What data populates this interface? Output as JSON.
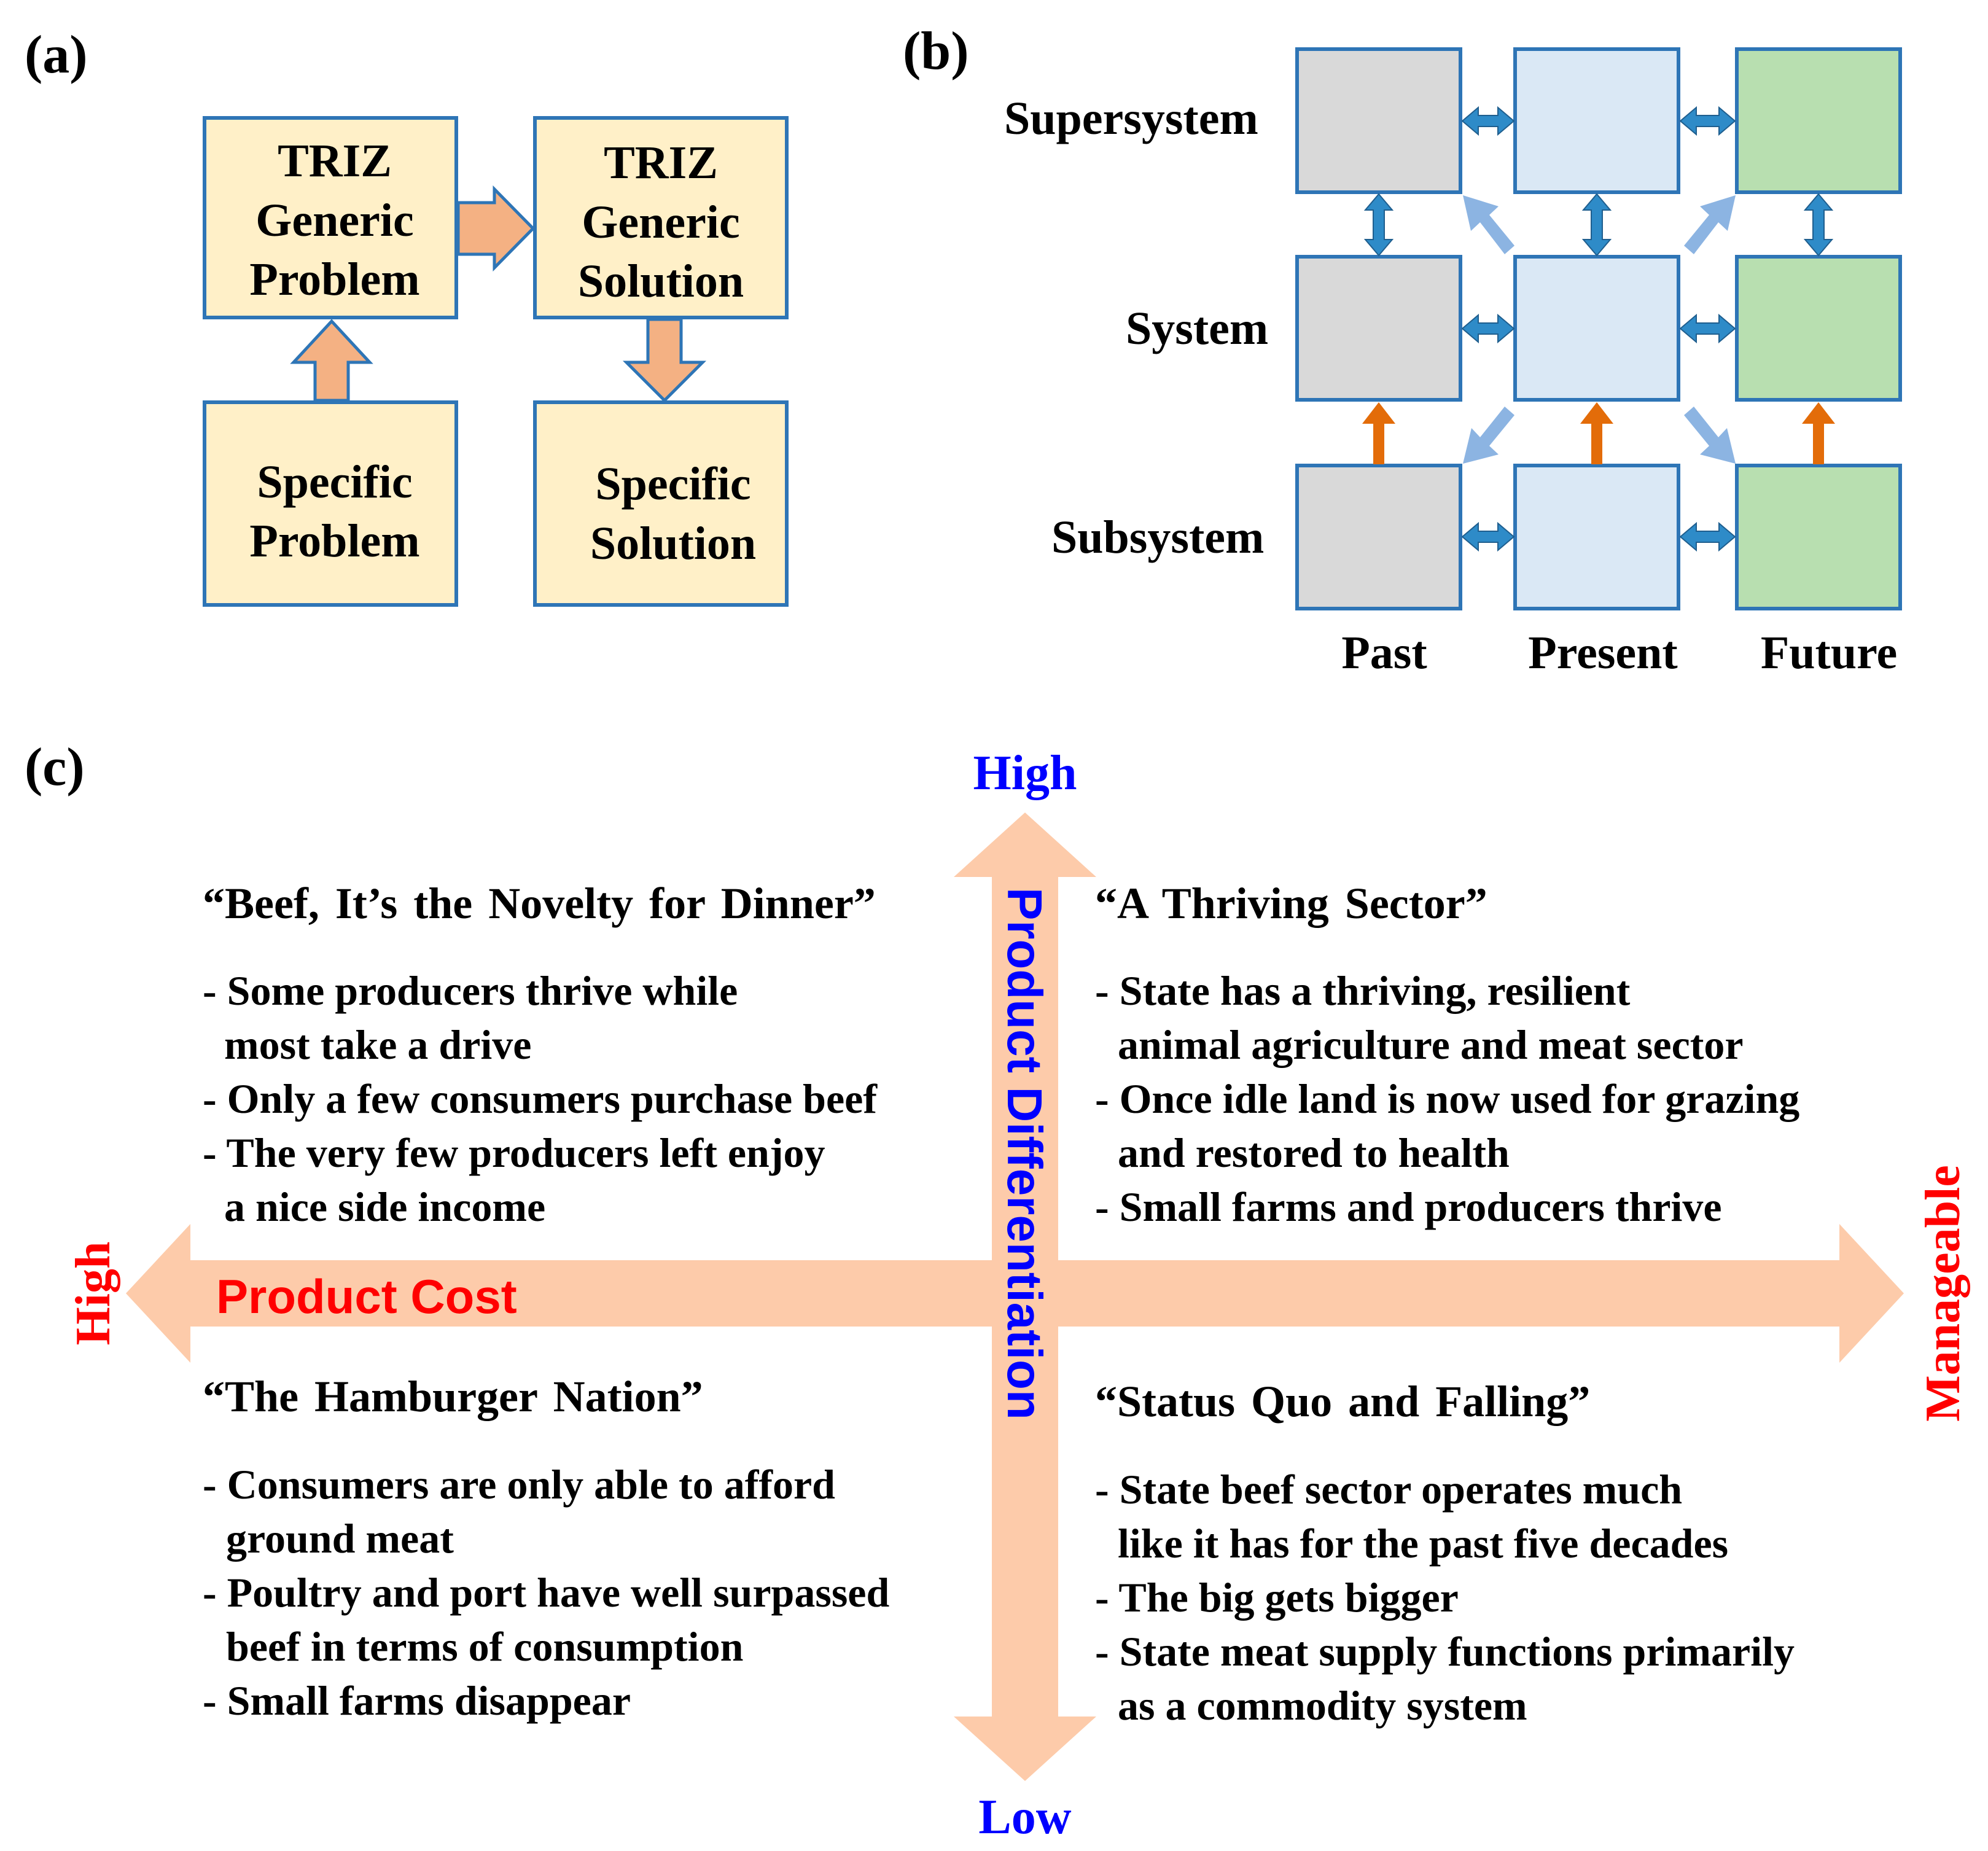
{
  "colors": {
    "beige_fill": "#FFF0C8",
    "box_border": "#2E75B6",
    "salmon_arrow": "#F4B183",
    "salmon_arrow_border": "#2E75B6",
    "gray_fill": "#D9D9D9",
    "lightblue_fill": "#DAE8F5",
    "green_fill": "#B8DFB0",
    "blue_arrow": "#2E8BC8",
    "lightblue_arrow": "#8CB4E2",
    "orange_arrow": "#E36C09",
    "peach_axis": "#FDCBAA",
    "red_label": "#FF0000",
    "blue_label": "#0000FF",
    "text": "#000000"
  },
  "panel_a": {
    "label": "(a)",
    "boxes": {
      "generic_problem": [
        "TRIZ",
        "Generic",
        "Problem"
      ],
      "generic_solution": [
        "TRIZ",
        "Generic",
        "Solution"
      ],
      "specific_problem": [
        "Specific",
        "Problem"
      ],
      "specific_solution": [
        "Specific",
        "Solution"
      ]
    }
  },
  "panel_b": {
    "label": "(b)",
    "rows": [
      "Supersystem",
      "System",
      "Subsystem"
    ],
    "columns": [
      "Past",
      "Present",
      "Future"
    ]
  },
  "panel_c": {
    "label": "(c)",
    "vertical_axis": {
      "title": "Product Differentiation",
      "top": "High",
      "bottom": "Low"
    },
    "horizontal_axis": {
      "title": "Product Cost",
      "left": "High",
      "right": "Manageable"
    },
    "quadrants": {
      "top_left": {
        "title": "“Beef, It’s the Novelty for Dinner”",
        "lines": [
          "- Some producers thrive while",
          "most take a drive",
          "- Only a few consumers purchase beef",
          "- The very few producers left enjoy",
          "a nice side income"
        ]
      },
      "top_right": {
        "title": "“A Thriving Sector”",
        "lines": [
          "- State has a thriving, resilient",
          "animal agriculture and meat sector",
          "- Once idle land is now used for grazing",
          "and restored to health",
          "- Small farms and producers thrive"
        ]
      },
      "bottom_left": {
        "title": "“The Hamburger Nation”",
        "lines": [
          "- Consumers are only able to afford",
          "ground meat",
          "- Poultry and port have well surpassed",
          "beef in terms of consumption",
          "- Small farms disappear"
        ]
      },
      "bottom_right": {
        "title": "“Status Quo and Falling”",
        "lines": [
          "- State beef sector operates much",
          "like it has for the past five decades",
          "- The big gets bigger",
          "- State meat supply functions primarily",
          "as a commodity system"
        ]
      }
    }
  }
}
